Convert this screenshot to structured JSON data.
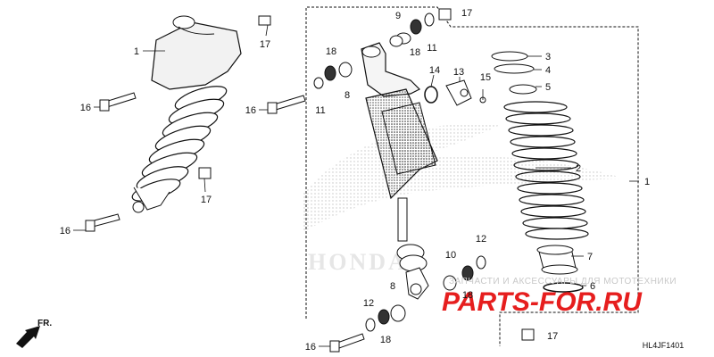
{
  "diagram": {
    "code": "HL4JF1401",
    "front_arrow_label": "FR.",
    "background_brand": "HONDA",
    "watermark": {
      "text": "ЗАПЧАСТИ И АКСЕССУАРЫ ДЛЯ МОТОТЕХНИКИ",
      "logo": "PARTS-FOR.RU"
    }
  },
  "callouts": [
    {
      "id": "c1a",
      "label": "1"
    },
    {
      "id": "c1b",
      "label": "1"
    },
    {
      "id": "c2",
      "label": "2"
    },
    {
      "id": "c3",
      "label": "3"
    },
    {
      "id": "c4",
      "label": "4"
    },
    {
      "id": "c5",
      "label": "5"
    },
    {
      "id": "c6",
      "label": "6"
    },
    {
      "id": "c7",
      "label": "7"
    },
    {
      "id": "c8a",
      "label": "8"
    },
    {
      "id": "c8b",
      "label": "8"
    },
    {
      "id": "c9",
      "label": "9"
    },
    {
      "id": "c10",
      "label": "10"
    },
    {
      "id": "c11a",
      "label": "11"
    },
    {
      "id": "c11b",
      "label": "11"
    },
    {
      "id": "c12a",
      "label": "12"
    },
    {
      "id": "c12b",
      "label": "12"
    },
    {
      "id": "c13",
      "label": "13"
    },
    {
      "id": "c14",
      "label": "14"
    },
    {
      "id": "c15",
      "label": "15"
    },
    {
      "id": "c16a",
      "label": "16"
    },
    {
      "id": "c16b",
      "label": "16"
    },
    {
      "id": "c16c",
      "label": "16"
    },
    {
      "id": "c16d",
      "label": "16"
    },
    {
      "id": "c17a",
      "label": "17"
    },
    {
      "id": "c17b",
      "label": "17"
    },
    {
      "id": "c17c",
      "label": "17"
    },
    {
      "id": "c17d",
      "label": "17"
    },
    {
      "id": "c18a",
      "label": "18"
    },
    {
      "id": "c18b",
      "label": "18"
    },
    {
      "id": "c18c",
      "label": "18"
    },
    {
      "id": "c18d",
      "label": "18"
    }
  ]
}
